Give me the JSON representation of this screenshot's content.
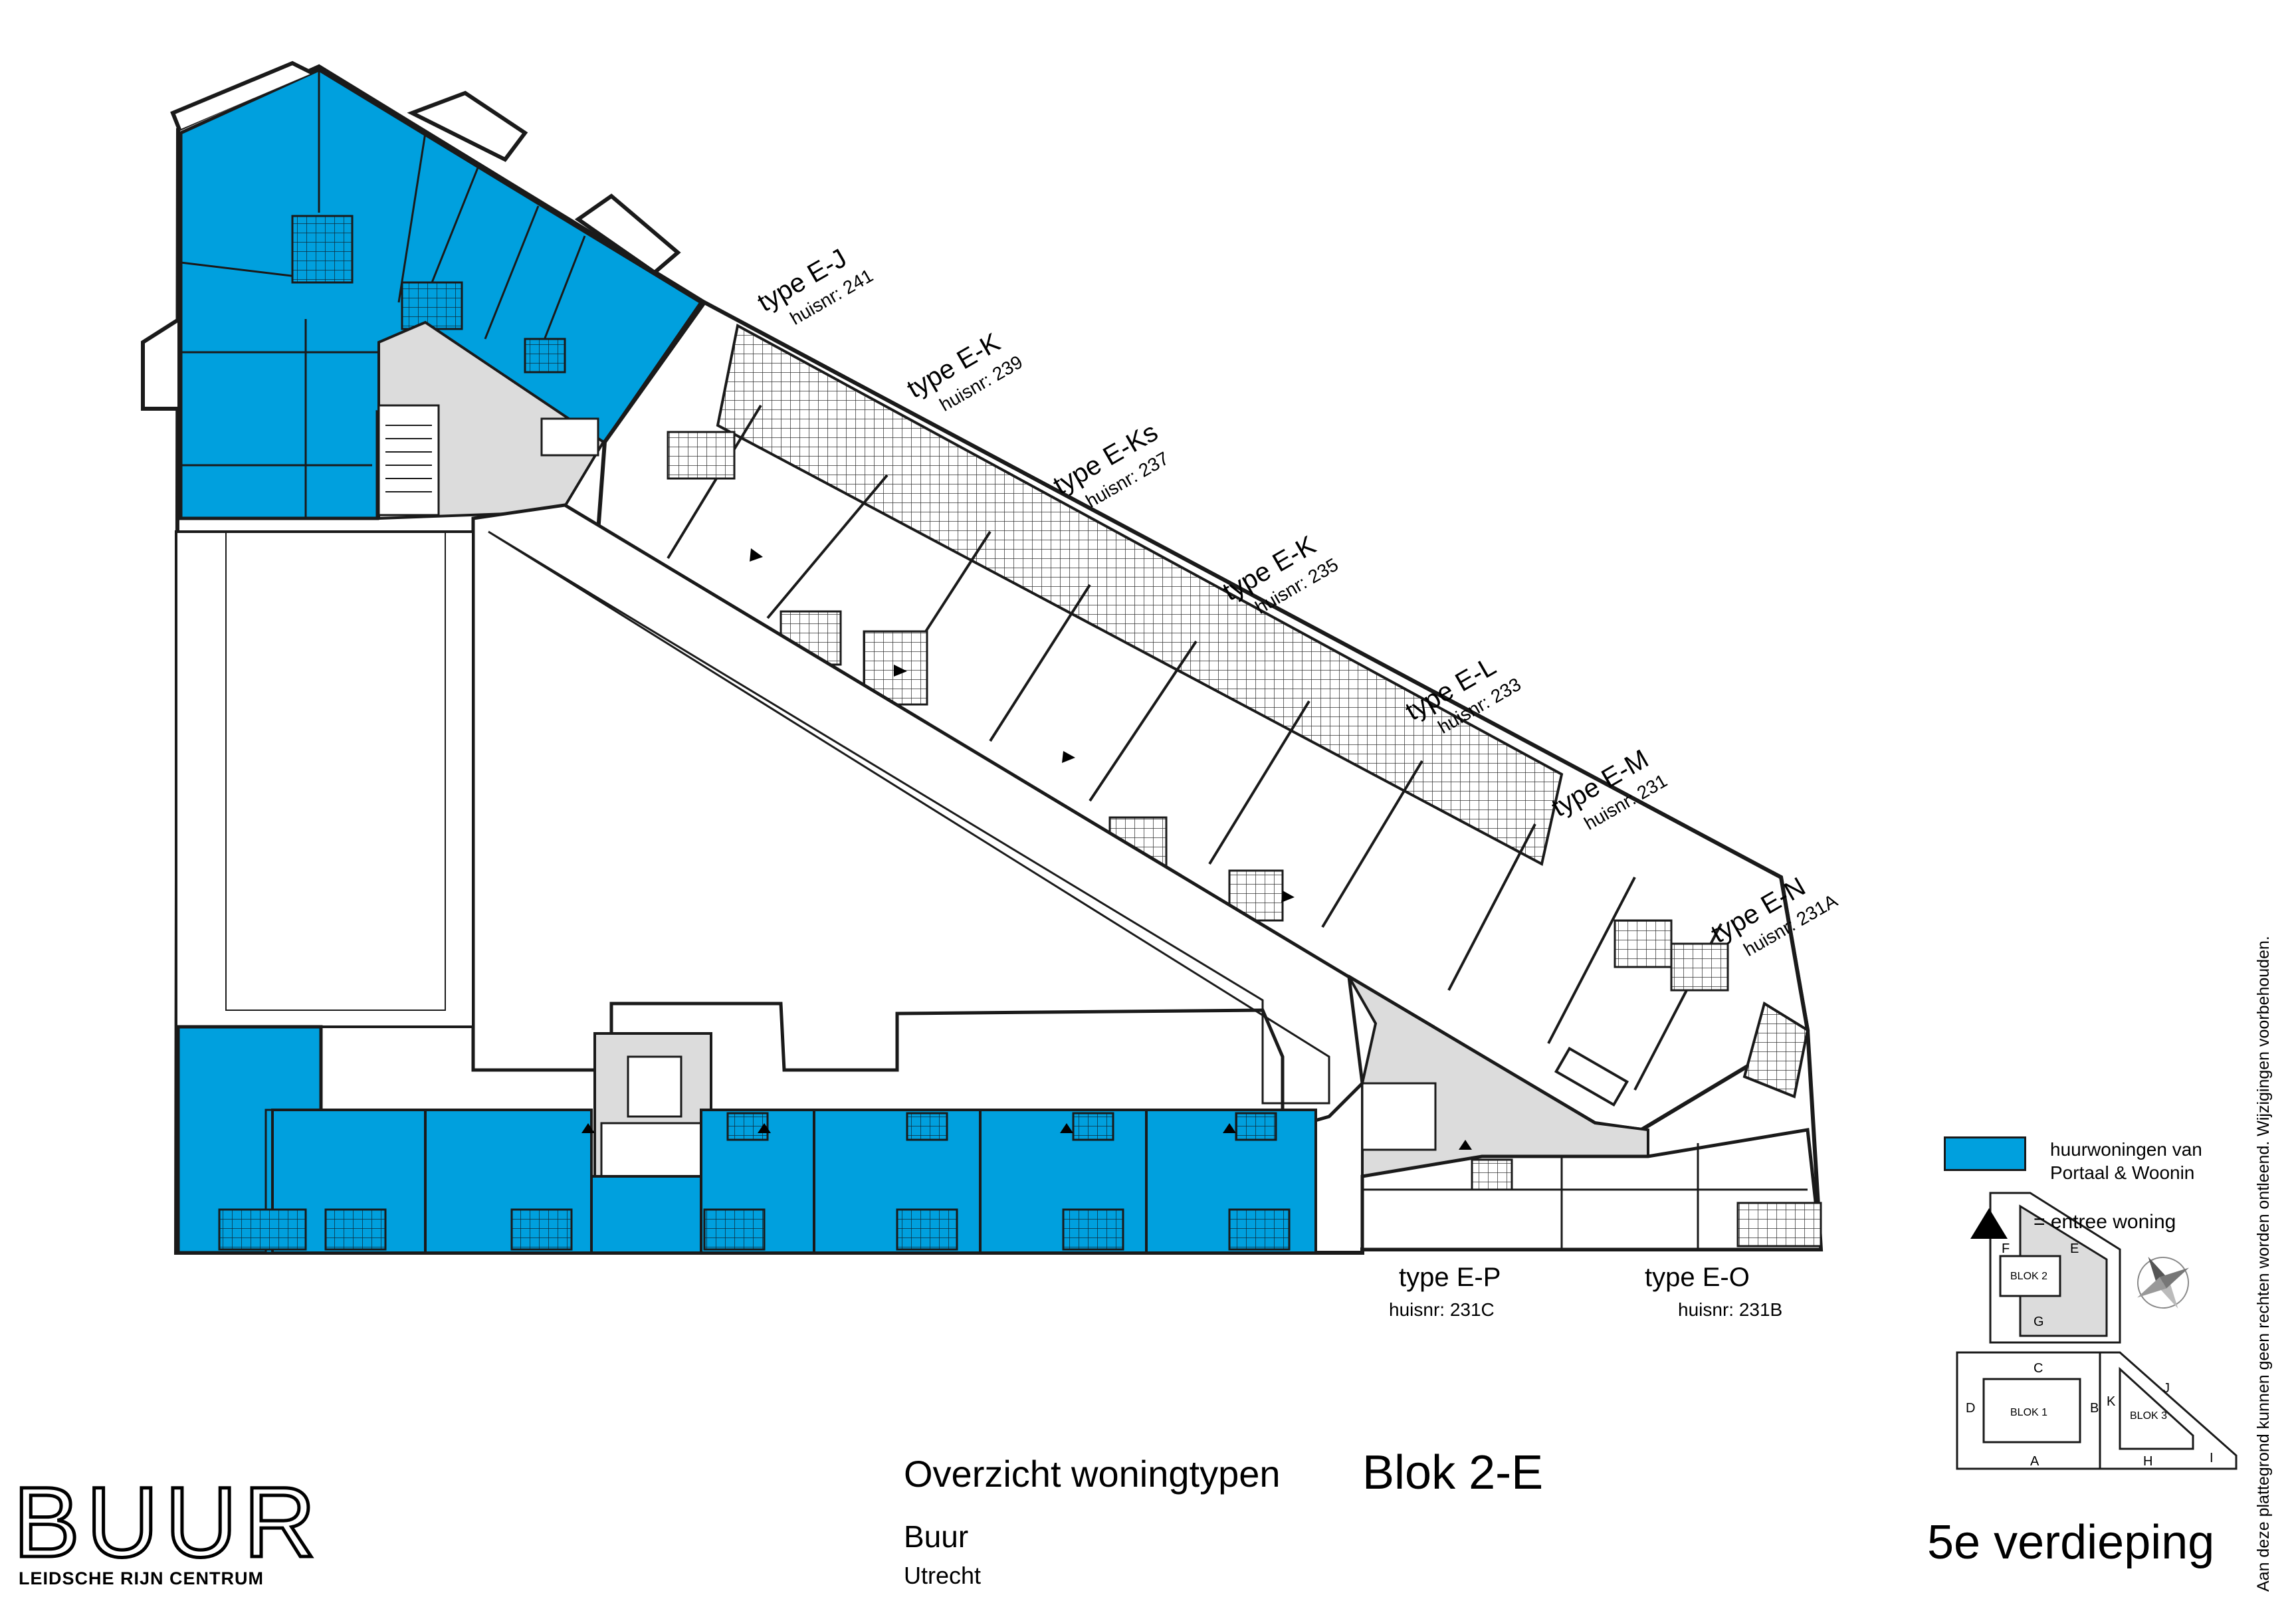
{
  "plan": {
    "unit_labels": [
      {
        "type": "type E-J",
        "nr": "huisnr: 241"
      },
      {
        "type": "type E-K",
        "nr": "huisnr: 239"
      },
      {
        "type": "type E-Ks",
        "nr": "huisnr: 237"
      },
      {
        "type": "type E-K",
        "nr": "huisnr: 235"
      },
      {
        "type": "type E-L",
        "nr": "huisnr: 233"
      },
      {
        "type": "type E-M",
        "nr": "huisnr: 231"
      },
      {
        "type": "type E-N",
        "nr": "huisnr: 231A"
      }
    ],
    "bottom_labels": [
      {
        "type": "type E-P",
        "nr": "huisnr: 231C"
      },
      {
        "type": "type E-O",
        "nr": "huisnr: 231B"
      }
    ],
    "key_map": {
      "letters": [
        "F",
        "E",
        "G",
        "C",
        "D",
        "B",
        "A",
        "K",
        "J",
        "H",
        "I"
      ],
      "blok_labels": [
        "BLOK 2",
        "BLOK 1",
        "BLOK 3"
      ]
    }
  },
  "title": {
    "main": "Overzicht woningtypen",
    "blok": "Blok 2-E"
  },
  "project": {
    "name": "Buur",
    "city": "Utrecht"
  },
  "floor": "5e verdieping",
  "logo": {
    "word": "BUUR",
    "subtitle": "LEIDSCHE RIJN CENTRUM"
  },
  "legend": {
    "rental_line1": "huurwoningen van",
    "rental_line2": "Portaal & Woonin",
    "rental_color": "#00a0de",
    "entree": "=  entree woning"
  },
  "disclaimer": "Aan deze plattegrond kunnen geen rechten worden ontleend. Wijzigingen voorbehouden.",
  "colors": {
    "blue": "#00a0de",
    "grey": "#dcdcdc",
    "wall": "#1a1a1a"
  }
}
